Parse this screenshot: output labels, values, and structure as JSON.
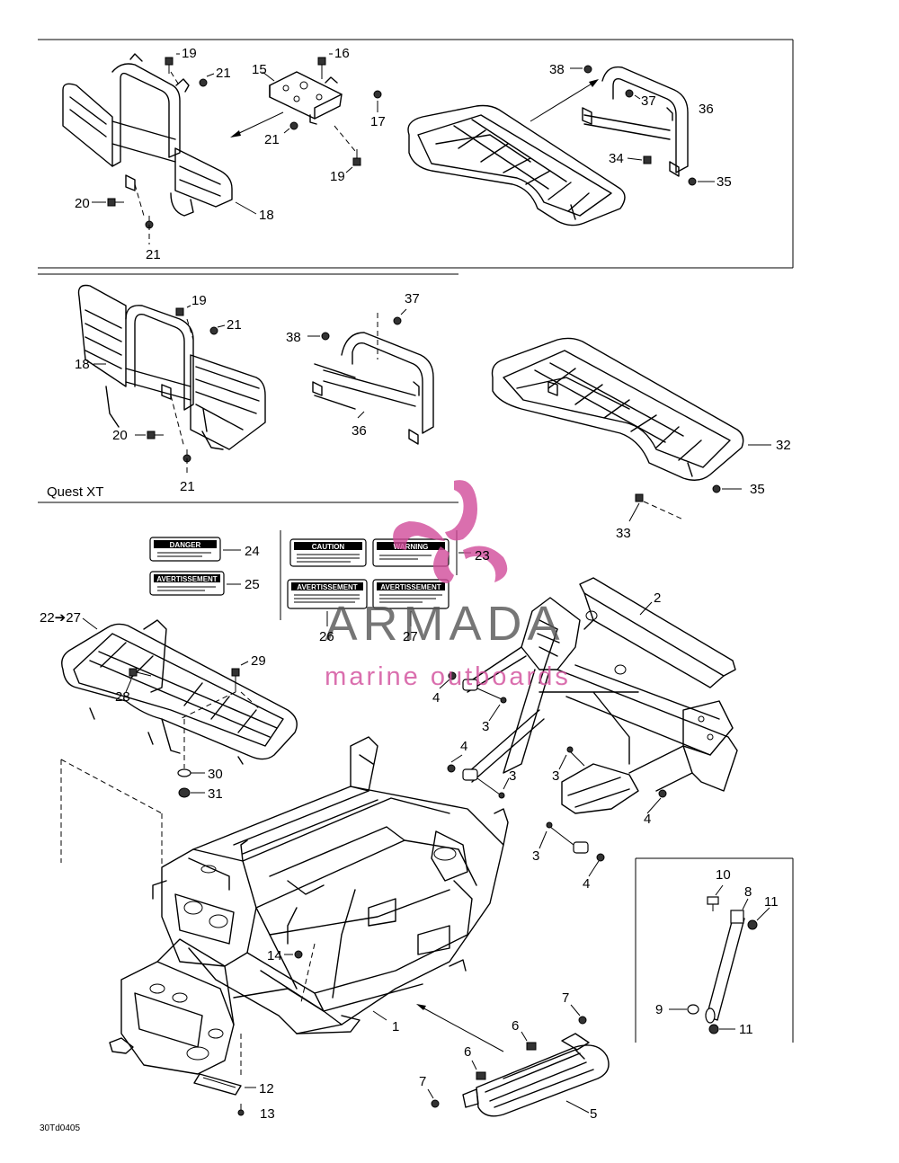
{
  "variant_label": "Quest XT",
  "drawing_ref": "30Td0405",
  "watermark": {
    "brand": "ARMADA",
    "tagline": "marine outboards",
    "color": "#d24c9a"
  },
  "callouts": {
    "c1": "1",
    "c2": "2",
    "c3a": "3",
    "c3b": "3",
    "c3c": "3",
    "c3d": "3",
    "c4a": "4",
    "c4b": "4",
    "c4c": "4",
    "c4d": "4",
    "c5": "5",
    "c6a": "6",
    "c6b": "6",
    "c7a": "7",
    "c7b": "7",
    "c8": "8",
    "c9": "9",
    "c10": "10",
    "c11a": "11",
    "c11b": "11",
    "c12": "12",
    "c13": "13",
    "c14": "14",
    "c15": "15",
    "c16": "16",
    "c17": "17",
    "c18a": "18",
    "c18b": "18",
    "c19a": "19",
    "c19b": "19",
    "c19c": "19",
    "c20a": "20",
    "c20b": "20",
    "c21a": "21",
    "c21b": "21",
    "c21c": "21",
    "c21d": "21",
    "c21e": "21",
    "c22": "22➔27",
    "c23": "23",
    "c24": "24",
    "c25": "25",
    "c26": "26",
    "c27": "27",
    "c28": "28",
    "c29": "29",
    "c30": "30",
    "c31": "31",
    "c32": "32",
    "c33": "33",
    "c34": "34",
    "c35a": "35",
    "c35b": "35",
    "c36a": "36",
    "c36b": "36",
    "c37a": "37",
    "c37b": "37",
    "c38a": "38",
    "c38b": "38"
  },
  "decals": {
    "d24_head": "DANGER",
    "d25_head": "AVERTISSEMENT",
    "d23a_head": "CAUTION",
    "d23b_head": "WARNING",
    "d26_head": "AVERTISSEMENT",
    "d27_head": "AVERTISSEMENT"
  }
}
